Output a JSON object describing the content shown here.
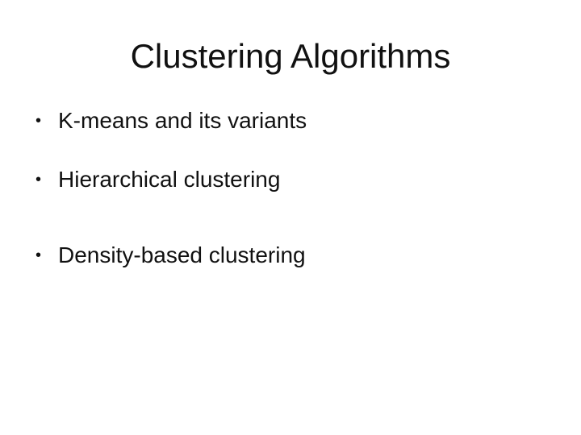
{
  "slide": {
    "title": "Clustering Algorithms",
    "bullet_marker": "•",
    "bullets": [
      "K-means and its variants",
      "Hierarchical clustering",
      "Density-based clustering"
    ],
    "colors": {
      "background": "#ffffff",
      "text": "#111111"
    }
  }
}
